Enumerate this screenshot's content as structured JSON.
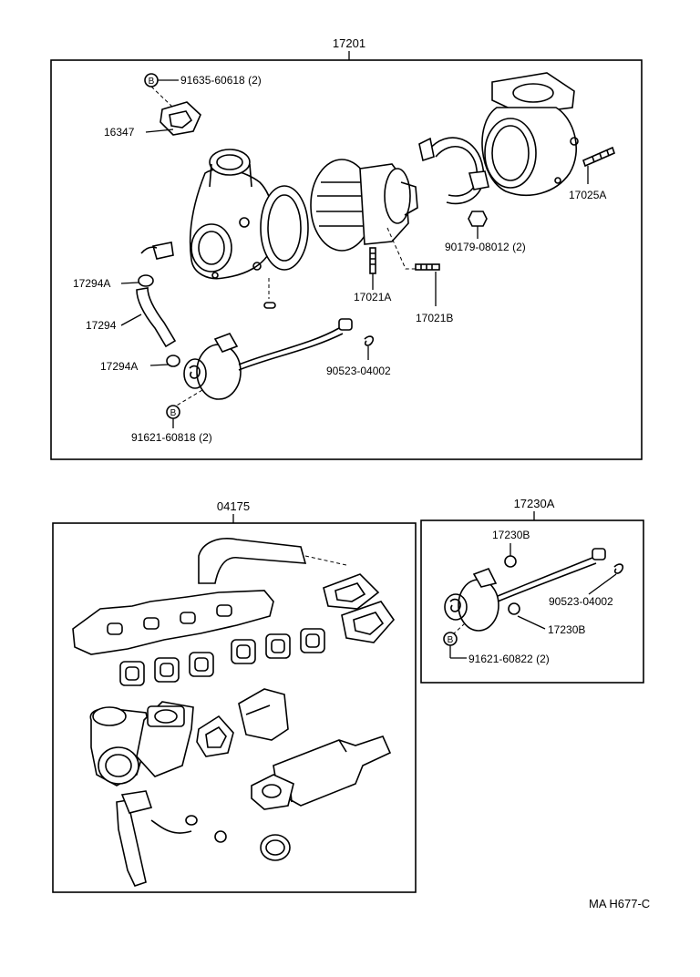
{
  "main_assembly": {
    "number": "17201",
    "labels": {
      "p91635": "91635-60618 (2)",
      "p16347": "16347",
      "p17025A": "17025A",
      "p90179": "90179-08012 (2)",
      "p17294A_top": "17294A",
      "p17294": "17294",
      "p17294A_bottom": "17294A",
      "p17021A": "17021A",
      "p17021B": "17021B",
      "p90523": "90523-04002",
      "p91621": "91621-60818 (2)"
    },
    "badges": {
      "b1": "B",
      "b2": "B"
    }
  },
  "gasket_kit": {
    "number": "04175"
  },
  "actuator_assembly": {
    "number": "17230A",
    "labels": {
      "p17230B_top": "17230B",
      "p90523": "90523-04002",
      "p17230B_bottom": "17230B",
      "p91621": "91621-60822 (2)"
    },
    "badges": {
      "b1": "B"
    }
  },
  "footer": {
    "code": "MA  H677-C"
  }
}
